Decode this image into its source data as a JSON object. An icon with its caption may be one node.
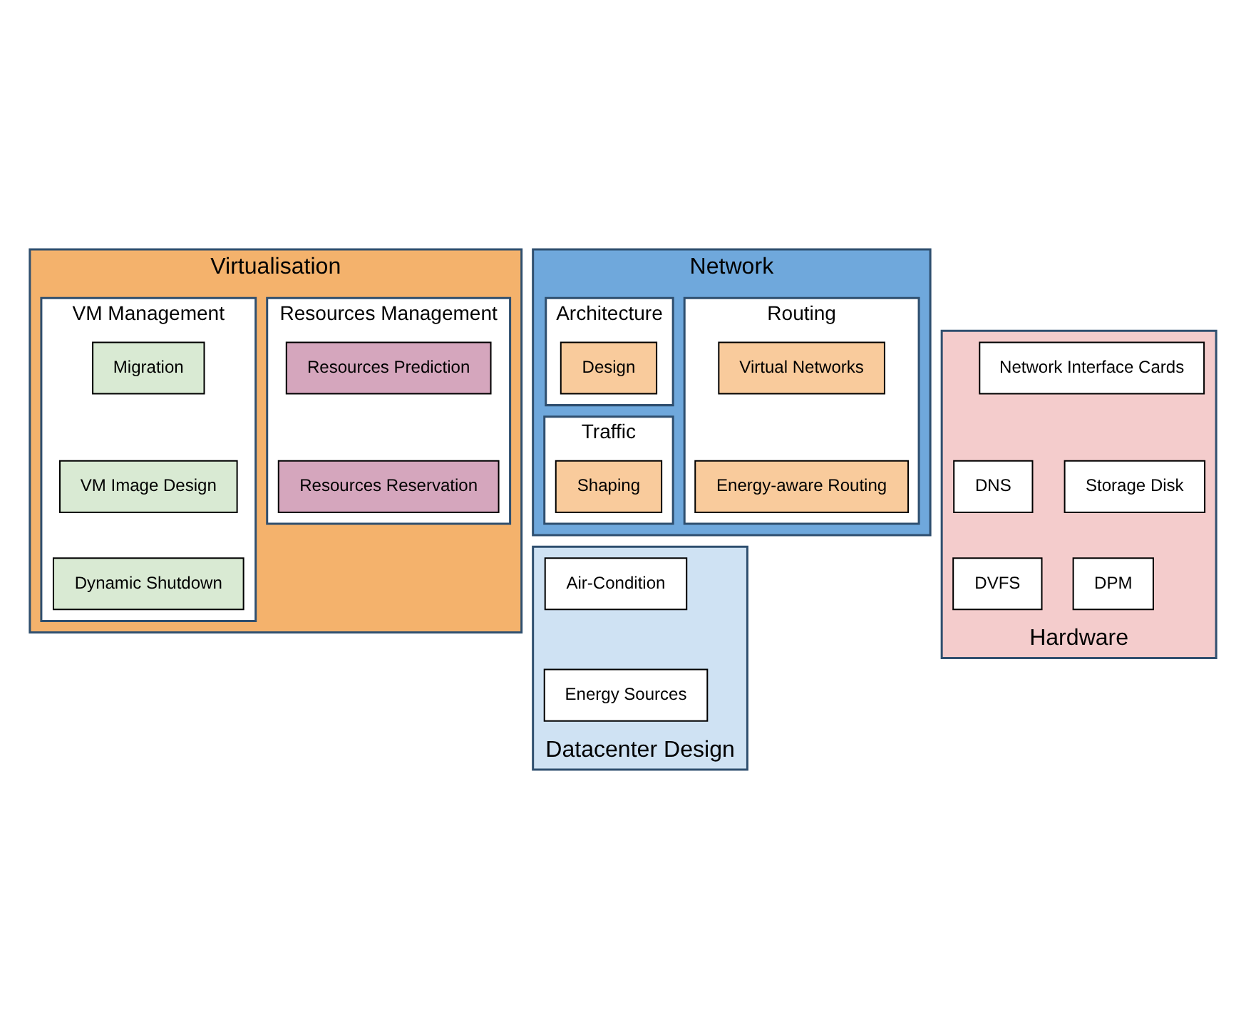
{
  "diagram": {
    "nodes": [
      {
        "text": [
          "Virtualisation"
        ]
      },
      {
        "text": [
          "Resources Management"
        ],
        "in": 0
      },
      {
        "text": [
          "Resources Prediction"
        ],
        "in": 1
      },
      {
        "text": [
          "Resources Reservation"
        ],
        "in": 1
      },
      {
        "text": [
          "VM Management"
        ],
        "in": 0
      },
      {
        "text": [
          "Migration"
        ],
        "in": 4
      },
      {
        "text": [
          "VM Image Design"
        ],
        "in": 4
      },
      {
        "text": [
          "Dynamic Shutdown"
        ],
        "in": 4
      },
      {
        "text": [
          "Network"
        ]
      },
      {
        "text": [
          "Routing"
        ],
        "in": 8
      },
      {
        "text": [
          "Virtual Networks"
        ],
        "in": 9
      },
      {
        "text": [
          "Energy-aware Routing"
        ],
        "in": 9
      },
      {
        "text": [
          "Architecture"
        ],
        "in": 8
      },
      {
        "text": [
          "Design"
        ],
        "in": 12
      },
      {
        "text": [
          "Traffic"
        ],
        "in": 8
      },
      {
        "text": [
          "Shaping"
        ],
        "in": 14
      },
      {
        "text": [
          "Datacenter Design"
        ]
      },
      {
        "text": [
          "Air-Condition"
        ],
        "in": 16
      },
      {
        "text": [
          "Energy Sources"
        ],
        "in": 16
      },
      {
        "text": [
          "Hardware"
        ]
      },
      {
        "text": [
          "Network Interface Cards"
        ],
        "in": 19
      },
      {
        "text": [
          "DNS"
        ],
        "in": 19
      },
      {
        "text": [
          "DVFS"
        ],
        "in": 19
      },
      {
        "text": [
          "Storage Disk"
        ],
        "in": 19
      },
      {
        "text": [
          "DPM"
        ],
        "in": 19
      }
    ],
    "edges": []
  }
}
